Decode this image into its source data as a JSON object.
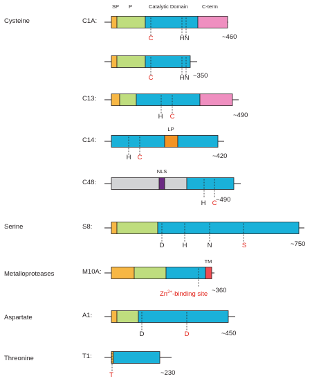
{
  "domain_header": {
    "sp": "SP",
    "p": "P",
    "catalytic": "Catalytic Domain",
    "cterm": "C-term"
  },
  "colors": {
    "sp": "#f7b744",
    "p": "#bfdd7e",
    "catalytic": "#1ab1d9",
    "cterm": "#ef8fc0",
    "other": "#d2d3d5",
    "nls": "#6b2a82",
    "lp": "#f39324",
    "tm": "#ef4c53",
    "residue": "#e2231a",
    "black_residue": "#231f20"
  },
  "families": [
    {
      "name": "Cysteine"
    },
    {
      "name": "Serine"
    },
    {
      "name": "Metalloproteases"
    },
    {
      "name": "Aspartate"
    },
    {
      "name": "Threonine"
    }
  ],
  "proteins": [
    {
      "id": "C1A:",
      "length": "~460",
      "residues": [
        {
          "text": "C",
          "color": "residue"
        },
        {
          "text": "H",
          "color": "black_residue"
        },
        {
          "text": "N",
          "color": "black_residue"
        }
      ]
    },
    {
      "id": "",
      "length": "~350",
      "residues": [
        {
          "text": "C",
          "color": "residue"
        },
        {
          "text": "H",
          "color": "black_residue"
        },
        {
          "text": "N",
          "color": "black_residue"
        }
      ]
    },
    {
      "id": "C13:",
      "length": "~490",
      "residues": [
        {
          "text": "H",
          "color": "black_residue"
        },
        {
          "text": "C",
          "color": "residue"
        }
      ]
    },
    {
      "id": "C14:",
      "length": "~420",
      "label_above": "LP",
      "residues": [
        {
          "text": "H",
          "color": "black_residue"
        },
        {
          "text": "C",
          "color": "residue"
        }
      ]
    },
    {
      "id": "C48:",
      "length": "~490",
      "label_above": "NLS",
      "residues": [
        {
          "text": "H",
          "color": "black_residue"
        },
        {
          "text": "C",
          "color": "residue"
        }
      ]
    },
    {
      "id": "S8:",
      "length": "~750",
      "residues": [
        {
          "text": "D",
          "color": "black_residue"
        },
        {
          "text": "H",
          "color": "black_residue"
        },
        {
          "text": "N",
          "color": "black_residue"
        },
        {
          "text": "S",
          "color": "residue"
        }
      ]
    },
    {
      "id": "M10A:",
      "length": "~360",
      "label_above": "TM",
      "zinc_label": "Zn",
      "zinc_sup": "2+",
      "zinc_rest": "-binding site",
      "residues": []
    },
    {
      "id": "A1:",
      "length": "~450",
      "residues": [
        {
          "text": "D",
          "color": "black_residue"
        },
        {
          "text": "D",
          "color": "residue"
        }
      ]
    },
    {
      "id": "T1:",
      "length": "~230",
      "residues": [
        {
          "text": "T",
          "color": "residue"
        }
      ]
    }
  ]
}
